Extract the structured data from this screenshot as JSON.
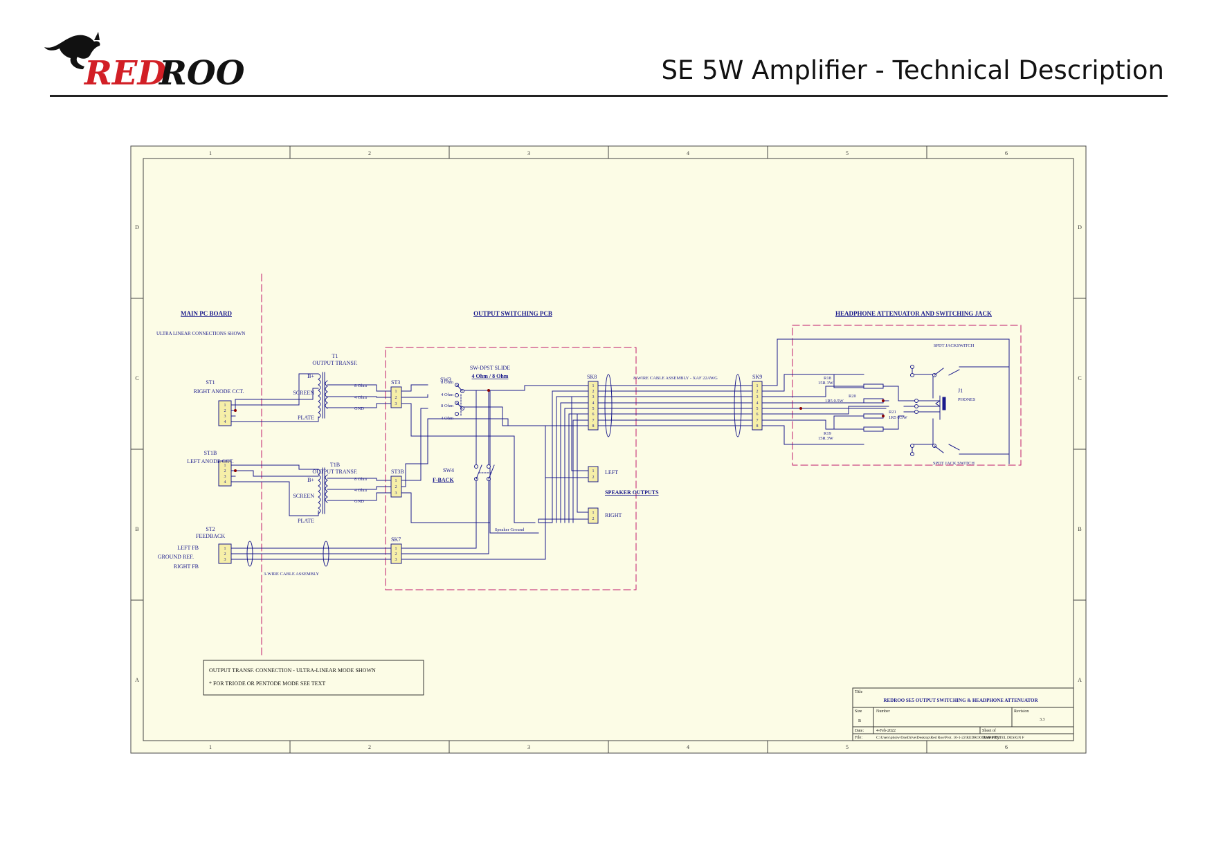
{
  "header": {
    "logo_red": "RED",
    "logo_roo": "ROO",
    "title": "SE 5W Amplifier - Technical Description"
  },
  "colors": {
    "wire": "#1a1a8c",
    "region": "#c0186b",
    "sheet": "#fcfce6",
    "connector_fill": "#f6efa8",
    "node": "#8b0000",
    "logo_red": "#d21f26"
  },
  "frame": {
    "columns": [
      "1",
      "2",
      "3",
      "4",
      "5",
      "6"
    ],
    "rows": [
      "D",
      "C",
      "B",
      "A"
    ]
  },
  "sections": {
    "main": "MAIN PC BOARD",
    "main_note": "ULTRA LINEAR CONNECTIONS SHOWN",
    "output": "OUTPUT SWITCHING PCB",
    "headphone": "HEADPHONE ATTENUATOR AND SWITCHING JACK"
  },
  "parts": {
    "st1": "ST1",
    "st1_desc": "RIGHT ANODE CCT.",
    "st1b": "ST1B",
    "st1b_desc": "LEFT ANODE CCT.",
    "st2": "ST2",
    "st2_desc": "FEEDBACK",
    "st2_pins": [
      "LEFT FB",
      "GROUND REF.",
      "RIGHT FB"
    ],
    "t1": "T1",
    "t1b": "T1B",
    "t_desc": "OUTPUT TRANSF.",
    "t_prim": [
      "B+",
      "SCREEN",
      "PLATE"
    ],
    "t_sec": [
      "8 Ohm",
      "4 Ohm",
      "GND"
    ],
    "st3": "ST3",
    "st3b": "ST3B",
    "sk7": "SK7",
    "sk8": "SK8",
    "sk9": "SK9",
    "sw3": "SW3",
    "sw3_desc": "SW-DPST SLIDE",
    "sw3_sub": "4 Ohm / 8 Ohm",
    "sw3_pos": [
      "8 Ohm",
      "4 Ohm",
      "8 Ohm",
      "4 Ohm"
    ],
    "sw4": "SW4",
    "sw4_desc": "F-BACK",
    "speaker_ground": "Speaker Ground",
    "left": "LEFT",
    "right": "RIGHT",
    "speaker_outputs": "SPEAKER OUTPUTS",
    "cable8": "8-WIRE CABLE ASSEMBLY - XAF 22AWG",
    "cable3": "3-WIRE CABLE ASSEMBLY",
    "spdt_top": "SPDT JACKSWITCH",
    "spdt_bottom": "SPDT JACK SWITCH",
    "r18": "R18",
    "r18_v": "15R 3W",
    "r20": "R20",
    "r20_v": "1R5 0.5W",
    "r21": "R21",
    "r21_v": "1R5 0.5W",
    "r19": "R19",
    "r19_v": "15R 3W",
    "j1": "J1",
    "j1_desc": "PHONES"
  },
  "note": {
    "line1": "OUTPUT TRANSF. CONNECTION - ULTRA-LINEAR MODE SHOWN",
    "line2": "* FOR TRIODE OR PENTODE MODE SEE TEXT"
  },
  "title_block": {
    "title_label": "Title",
    "title": "REDROO SE5 OUTPUT SWITCHING & HEADPHONE ATTENUATOR",
    "size_label": "Size",
    "size": "B",
    "number_label": "Number",
    "revision_label": "Revision",
    "revision": "3.3",
    "date_label": "Date:",
    "date": "4-Feb-2022",
    "sheet_label": "Sheet    of",
    "file_label": "File:",
    "file": "C:\\Users\\phsiw\\OneDrive\\Desktop\\Red Roo\\Prot. 10-1-22\\REDROO AMP PROTEL DESIGN F",
    "drawn_label": "Drawn By:"
  }
}
